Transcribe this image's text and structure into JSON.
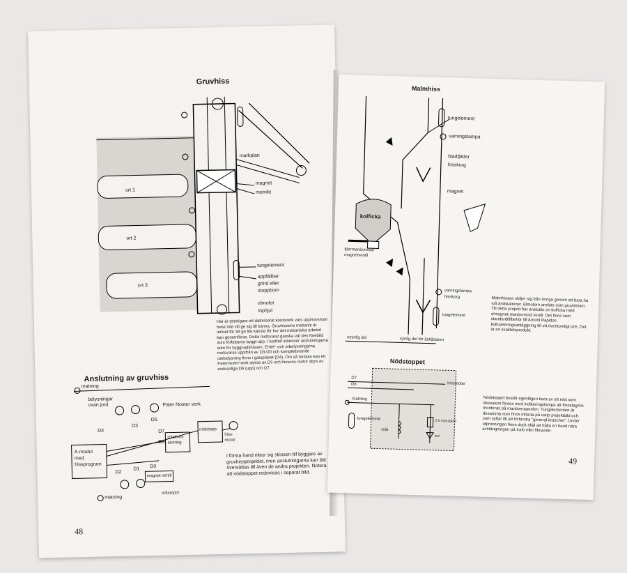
{
  "left": {
    "title_gruvhiss": "Gruvhiss",
    "labels": {
      "markplan": "markplan",
      "ort1": "ort 1",
      "ort2": "ort 2",
      "ort3": "ort 3",
      "magnet": "magnet",
      "motvikt": "motvikt",
      "tungelement": "tungelement",
      "uppfallbar": "uppfällbar",
      "grind": "grind eller",
      "stoppbom": "stoppbom",
      "elmotor": "elmotor",
      "lophjul": "löphjul"
    },
    "paragraph1": "Här är ytterligare ett datoriserat konstverk vars upphovsman helst inte vill ge sig till känna. Gruvhissens mekanik är inritad för att ge lite känsla för hur det mekaniska arbetet kan genomföras. Detta motsvarar ganska väl den förebild som författaren byggt upp. I korthet stämmer anslutningarna som för byggnadshissen. Entré- och orbelysningarna motsvaras uppifrån av D3-D0 och kompletterande utebelysning finns i gatuplanet (D4). Om så önskas kan ett Paternoster-verk styras av D5 och hissens motor styrs av sedvanliga D6 (upp) och D7.",
    "title_anslutning": "Anslutning av gruvhiss",
    "circuit": {
      "matning": "matning",
      "belysningar": "belysningar",
      "ovan_jord": "ovan jord",
      "pater": "Pater Noster verk",
      "d5": "D5",
      "d4": "D4",
      "d3": "D3",
      "d7": "D7",
      "d6": "D6",
      "d2": "D2",
      "d1": "D1",
      "d0": "D0",
      "rotation": "rotations",
      "andring": "ändring",
      "nodstopp": "nödstopp",
      "hiss": "hiss-",
      "motor": "motor",
      "amodul": "A-modul",
      "med": "med",
      "hissprogram": "hissprogram",
      "magnetventil": "magnet ventil",
      "ortlampor": "ortlampor",
      "matning2": "matning"
    },
    "paragraph2": "I första hand riktar sig skissen till byggare av gruvhissprojektet, men anslutningarna kan lätt översättas till även de andra projekten. Notera att nödstoppet redovisas i separat bild.",
    "page_number": "48"
  },
  "right": {
    "title_malmhiss": "Malmhiss",
    "labels": {
      "tungelement": "tungelement",
      "varningslampa": "varningslampa",
      "bladfjader": "bladfjäder",
      "hisskorg": "hisskorg",
      "magnet": "magnet",
      "kolficka": "kolficka",
      "fjarr": "fjärrmanövrerad",
      "magnetventil": "magnetventil",
      "varningslampa2": "varningslampa",
      "hisskorg2": "hisskorg",
      "tungelement2": "tungelement",
      "osynlig": "osynlig del",
      "synlig": "synlig del för åskådaren"
    },
    "paragraph1": "Malmhissen skiljer sig från övriga genom att bara ha två ändstationer. Elmotorn ansluts som gruvhissen. Till detta projekt har anslutits en kolficka med elmagnet-manövrerad ventil. Det finns som standardtillbehör till Arnold Rapidos kolhanteringsanläggning till ett överkomligt pris. Det är en kvalitetsprodukt.",
    "title_nodstoppet": "Nödstoppet",
    "nod": {
      "d7": "D7",
      "d6": "D6",
      "matning": "matning",
      "hissmotor": "hissmotor",
      "tungelement": "tungelement",
      "rela": "relä",
      "motstand": "2 k mot-stånd",
      "led": "led"
    },
    "paragraph2": "Nödstoppet består egentligen bara av ett relä som dessutom förses med indikeringslampa att föreslagelis monteras på manöverpanelen. Tungelementen är desamma som finns införda på varje projektbild och som syftar till att förhindra \"general-krascher\". Under utprovningen finns dock skäl att hålla en hand nära avstängningen på trafo eller liknande.",
    "page_number": "49"
  }
}
